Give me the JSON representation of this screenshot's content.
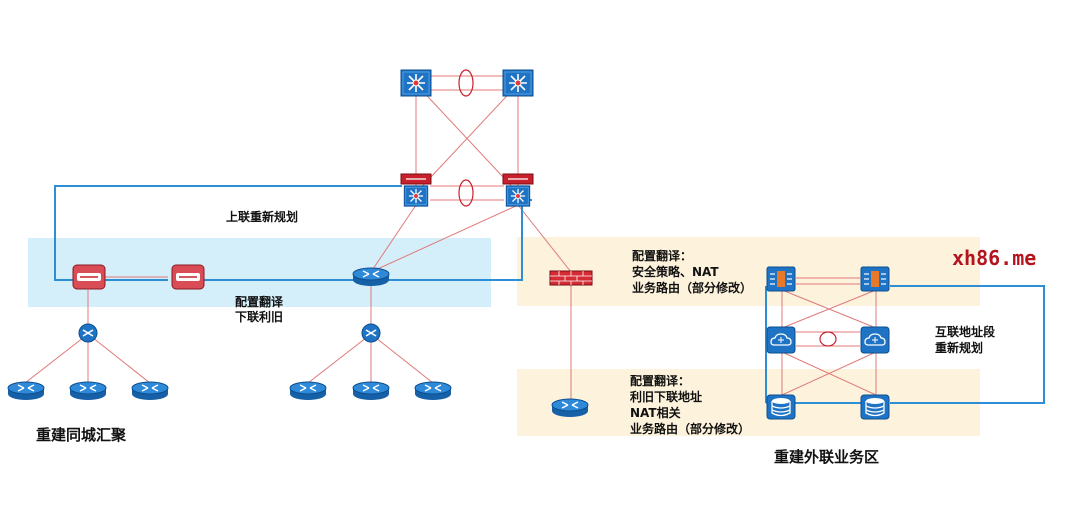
{
  "labels": {
    "uplink_replan": "上联重新规划",
    "config_translate_left_1": "配置翻译",
    "config_translate_left_2": "下联利旧",
    "config_translate_right_top_1": "配置翻译：",
    "config_translate_right_top_2": "安全策略、NAT",
    "config_translate_right_top_3": "业务路由（部分修改）",
    "config_translate_right_bottom_1": "配置翻译：",
    "config_translate_right_bottom_2": "利旧下联地址",
    "config_translate_right_bottom_3": "NAT相关",
    "config_translate_right_bottom_4": "业务路由（部分修改）",
    "interconnect_1": "互联地址段",
    "interconnect_2": "重新规划",
    "rebuild_metro": "重建同城汇聚",
    "rebuild_external": "重建外联业务区",
    "watermark": "xh86.me"
  },
  "colors": {
    "link_red": "#e07a7a",
    "link_blue": "#2c8fd6",
    "zone_blue": "#d4eefa",
    "zone_cream": "#fdf3dc",
    "device_blue": "#1f73c4",
    "firewall_red": "#c8202c",
    "watermark": "#b4141e"
  },
  "icons": [
    "core-switch-icon",
    "router-icon",
    "hub-icon",
    "firewall-icon",
    "server-firewall-icon",
    "cloud-switch-icon",
    "storage-icon",
    "aggregation-router-icon"
  ]
}
